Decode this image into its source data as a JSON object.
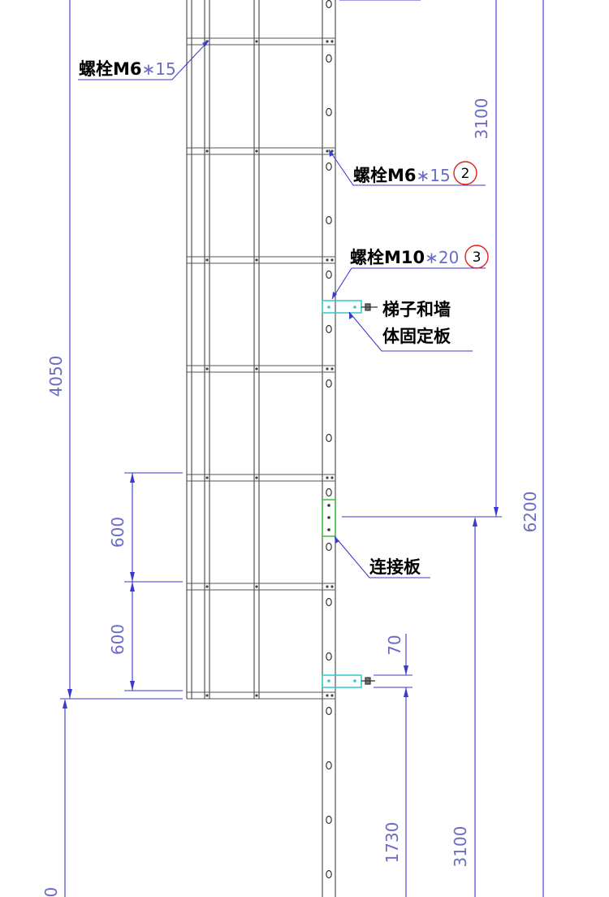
{
  "dimensions": {
    "d4050": "4050",
    "d3100_top": "3100",
    "d6200": "6200",
    "d600_upper": "600",
    "d600_lower": "600",
    "d70": "70",
    "d1730": "1730",
    "d3100_bottom": "3100",
    "d_partial": "0"
  },
  "callouts": {
    "bolt1": {
      "main": "螺栓M6",
      "sep": "∗",
      "size": "15"
    },
    "bolt2": {
      "main": "螺栓M6",
      "sep": "∗",
      "size": "15",
      "ref": "2"
    },
    "bolt3": {
      "main": "螺栓M10",
      "sep": "∗",
      "size": "20",
      "ref": "3"
    },
    "wall_plate": {
      "line1": "梯子和墙",
      "line2": "体固定板"
    },
    "connector": {
      "text": "连接板"
    }
  },
  "colors": {
    "frame": "#555555",
    "dimension": "#3a3acf",
    "leader": "#3a3acf",
    "bracket": "#30c8c8",
    "connector": "#3cc03c",
    "circle": "#e02020"
  }
}
